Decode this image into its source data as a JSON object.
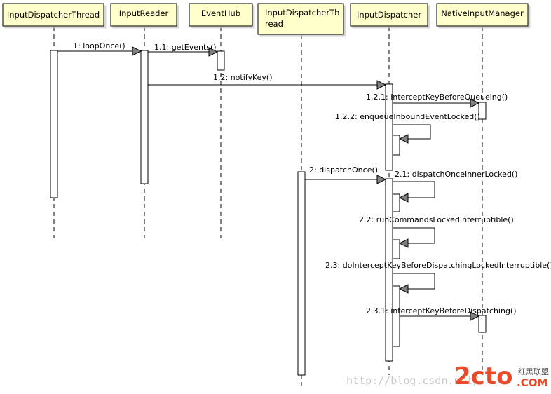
{
  "participants": [
    {
      "id": "p1",
      "label_lines": [
        "InputDispatcherThread"
      ]
    },
    {
      "id": "p2",
      "label_lines": [
        "InputReader"
      ]
    },
    {
      "id": "p3",
      "label_lines": [
        "EventHub"
      ]
    },
    {
      "id": "p4",
      "label_lines": [
        "InputDispatcherTh",
        "read"
      ]
    },
    {
      "id": "p5",
      "label_lines": [
        "InputDispatcher"
      ]
    },
    {
      "id": "p6",
      "label_lines": [
        "NativeInputManager"
      ]
    }
  ],
  "messages": [
    {
      "id": "m1",
      "label": "1: loopOnce()"
    },
    {
      "id": "m11",
      "label": "1.1: getEvents()"
    },
    {
      "id": "m12",
      "label": "1.2: notifyKey()"
    },
    {
      "id": "m121",
      "label": "1.2.1: interceptKeyBeforeQueueing()"
    },
    {
      "id": "m122",
      "label": "1.2.2: enqueueInboundEventLocked()"
    },
    {
      "id": "m2",
      "label": "2: dispatchOnce()"
    },
    {
      "id": "m21",
      "label": "2.1: dispatchOnceInnerLocked()"
    },
    {
      "id": "m22",
      "label": "2.2: runCommandsLockedInterruptible()"
    },
    {
      "id": "m23",
      "label": "2.3: doInterceptKeyBeforeDispatchingLockedInterruptible()"
    },
    {
      "id": "m231",
      "label": "2.3.1: interceptKeyBeforeDispatching()"
    }
  ],
  "watermark": {
    "url": "http://blog.csdn.net/",
    "logo_main": "2cto",
    "logo_cn": "红黑联盟",
    "logo_com": ".COM"
  },
  "colors": {
    "header_fill": "#ffffcc",
    "line": "#000000",
    "arrowhead": "#808080",
    "logo": "#e94b2a"
  }
}
